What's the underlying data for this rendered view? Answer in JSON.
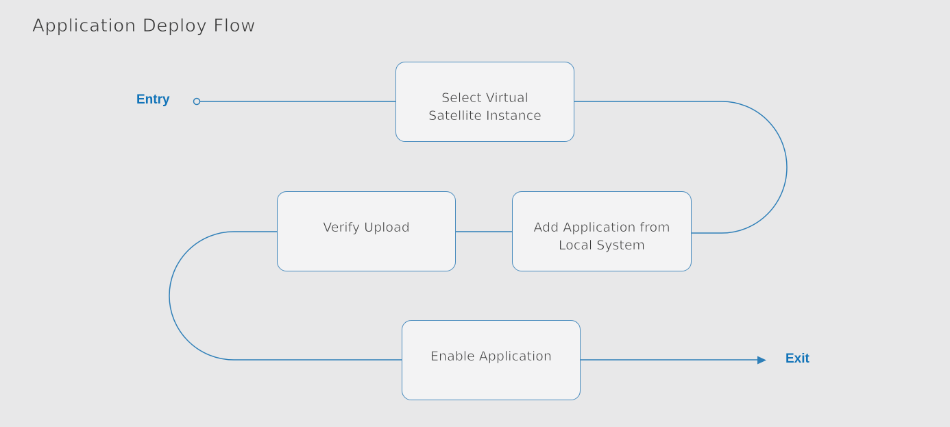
{
  "title": "Application Deploy Flow",
  "entry": {
    "label": "Entry"
  },
  "exit": {
    "label": "Exit"
  },
  "nodes": {
    "select": {
      "label": "Select Virtual\nSatellite Instance"
    },
    "verify": {
      "label": "Verify Upload"
    },
    "add": {
      "label": "Add Application from\nLocal System"
    },
    "enable": {
      "label": "Enable Application"
    }
  },
  "colors": {
    "background": "#e8e8e9",
    "connector": "#2e7fb8",
    "node_border": "#4a8cbe",
    "node_fill": "#f3f3f4",
    "endpoint_label": "#1173b8",
    "text": "#3a3a3a"
  }
}
